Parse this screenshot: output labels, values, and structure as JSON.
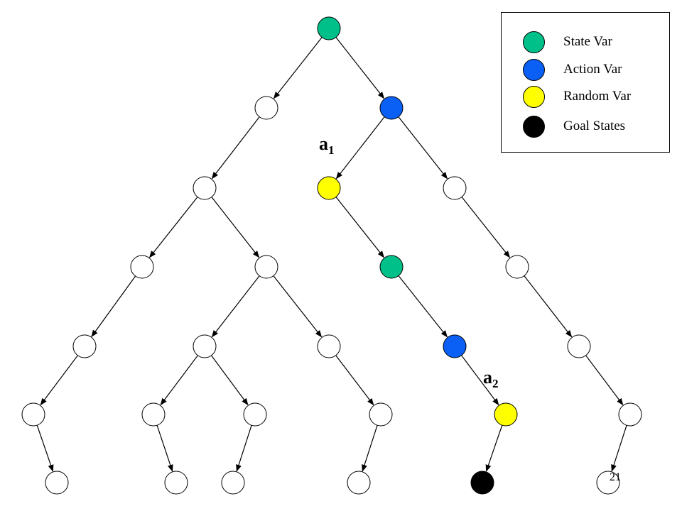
{
  "colors": {
    "state": "#00c08a",
    "action": "#0a5ff5",
    "random": "#ffff00",
    "goal": "#000000",
    "plain": "#ffffff"
  },
  "legend": {
    "items": [
      {
        "label": "State Var",
        "type": "state"
      },
      {
        "label": "Action Var",
        "type": "action"
      },
      {
        "label": "Random Var",
        "type": "random"
      },
      {
        "label": "Goal States",
        "type": "goal"
      }
    ]
  },
  "labels": {
    "a1": {
      "base": "a",
      "sub": "1"
    },
    "a2": {
      "base": "a",
      "sub": "2"
    }
  },
  "page_number": "21",
  "tree": {
    "nodes": [
      {
        "id": "root",
        "type": "state"
      },
      {
        "id": "n1",
        "type": "plain"
      },
      {
        "id": "n2",
        "type": "action"
      },
      {
        "id": "n3",
        "type": "plain"
      },
      {
        "id": "n4",
        "type": "random"
      },
      {
        "id": "n5",
        "type": "plain"
      },
      {
        "id": "n6",
        "type": "plain"
      },
      {
        "id": "n7",
        "type": "plain"
      },
      {
        "id": "n8",
        "type": "state"
      },
      {
        "id": "n9",
        "type": "plain"
      },
      {
        "id": "n10",
        "type": "plain"
      },
      {
        "id": "n11",
        "type": "plain"
      },
      {
        "id": "n12",
        "type": "plain"
      },
      {
        "id": "n13",
        "type": "action"
      },
      {
        "id": "n14",
        "type": "plain"
      },
      {
        "id": "n15",
        "type": "plain"
      },
      {
        "id": "n16",
        "type": "plain"
      },
      {
        "id": "n17",
        "type": "plain"
      },
      {
        "id": "n18",
        "type": "plain"
      },
      {
        "id": "n19",
        "type": "random"
      },
      {
        "id": "n20",
        "type": "plain"
      },
      {
        "id": "n21",
        "type": "plain"
      },
      {
        "id": "n22",
        "type": "plain"
      },
      {
        "id": "n23",
        "type": "plain"
      },
      {
        "id": "n24",
        "type": "plain"
      },
      {
        "id": "n25",
        "type": "goal"
      },
      {
        "id": "n26",
        "type": "plain"
      }
    ],
    "edges": [
      [
        "root",
        "n1"
      ],
      [
        "root",
        "n2"
      ],
      [
        "n1",
        "n3"
      ],
      [
        "n2",
        "n4"
      ],
      [
        "n2",
        "n5"
      ],
      [
        "n3",
        "n6"
      ],
      [
        "n3",
        "n7"
      ],
      [
        "n4",
        "n8"
      ],
      [
        "n5",
        "n9"
      ],
      [
        "n6",
        "n10"
      ],
      [
        "n7",
        "n11"
      ],
      [
        "n7",
        "n12"
      ],
      [
        "n8",
        "n13"
      ],
      [
        "n9",
        "n14"
      ],
      [
        "n10",
        "n15"
      ],
      [
        "n11",
        "n16"
      ],
      [
        "n11",
        "n17"
      ],
      [
        "n12",
        "n18"
      ],
      [
        "n13",
        "n19"
      ],
      [
        "n14",
        "n20"
      ],
      [
        "n15",
        "n21"
      ],
      [
        "n16",
        "n22"
      ],
      [
        "n17",
        "n23"
      ],
      [
        "n18",
        "n24"
      ],
      [
        "n19",
        "n25"
      ],
      [
        "n20",
        "n26"
      ]
    ]
  }
}
